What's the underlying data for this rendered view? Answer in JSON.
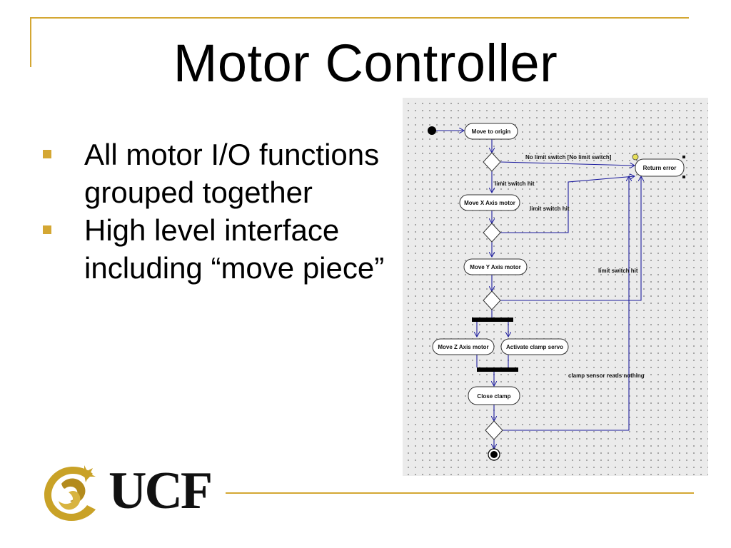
{
  "slide": {
    "title": "Motor Controller",
    "bullets": [
      "All motor I/O functions grouped together",
      "High level interface including “move piece”"
    ]
  },
  "logo": {
    "text": "UCF",
    "icon": "pegasus-logo-icon"
  },
  "colors": {
    "accent": "#d4a733",
    "diagram_bg": "#ebebeb",
    "flow_line": "#1d1d9e"
  },
  "diagram": {
    "nodes": {
      "move_to_origin": "Move to origin",
      "return_error": "Return error",
      "move_x": "Move X Axis motor",
      "move_y": "Move Y Axis motor",
      "move_z": "Move Z Axis motor",
      "clamp_servo": "Activate clamp servo",
      "close_clamp": "Close clamp"
    },
    "labels": {
      "no_limit": "No limit switch [No limit switch]",
      "limit_hit_1": "limit switch hit",
      "limit_hit_2": "limit switch hit",
      "limit_hit_3": "limit switch hit",
      "clamp_sensor": "clamp sensor reads nothing"
    }
  }
}
